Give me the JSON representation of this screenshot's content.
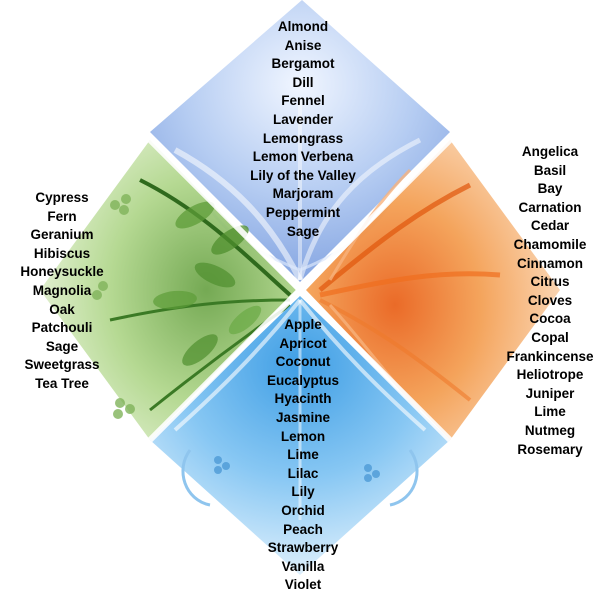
{
  "colors": {
    "air": "#8fb2e8",
    "fire": "#f07a22",
    "earth": "#6ea844",
    "water": "#3d9ee6"
  },
  "quadrants": {
    "top": {
      "items": [
        "Almond",
        "Anise",
        "Bergamot",
        "Dill",
        "Fennel",
        "Lavender",
        "Lemongrass",
        "Lemon Verbena",
        "Lily of the Valley",
        "Marjoram",
        "Peppermint",
        "Sage"
      ]
    },
    "left": {
      "items": [
        "Cypress",
        "Fern",
        "Geranium",
        "Hibiscus",
        "Honeysuckle",
        "Magnolia",
        "Oak",
        "Patchouli",
        "Sage",
        "Sweetgrass",
        "Tea Tree"
      ]
    },
    "right": {
      "items": [
        "Angelica",
        "Basil",
        "Bay",
        "Carnation",
        "Cedar",
        "Chamomile",
        "Cinnamon",
        "Citrus",
        "Cloves",
        "Cocoa",
        "Copal",
        "Frankincense",
        "Heliotrope",
        "Juniper",
        "Lime",
        "Nutmeg",
        "Rosemary"
      ]
    },
    "bottom": {
      "items": [
        "Apple",
        "Apricot",
        "Coconut",
        "Eucalyptus",
        "Hyacinth",
        "Jasmine",
        "Lemon",
        "Lime",
        "Lilac",
        "Lily",
        "Orchid",
        "Peach",
        "Strawberry",
        "Vanilla",
        "Violet"
      ]
    }
  }
}
